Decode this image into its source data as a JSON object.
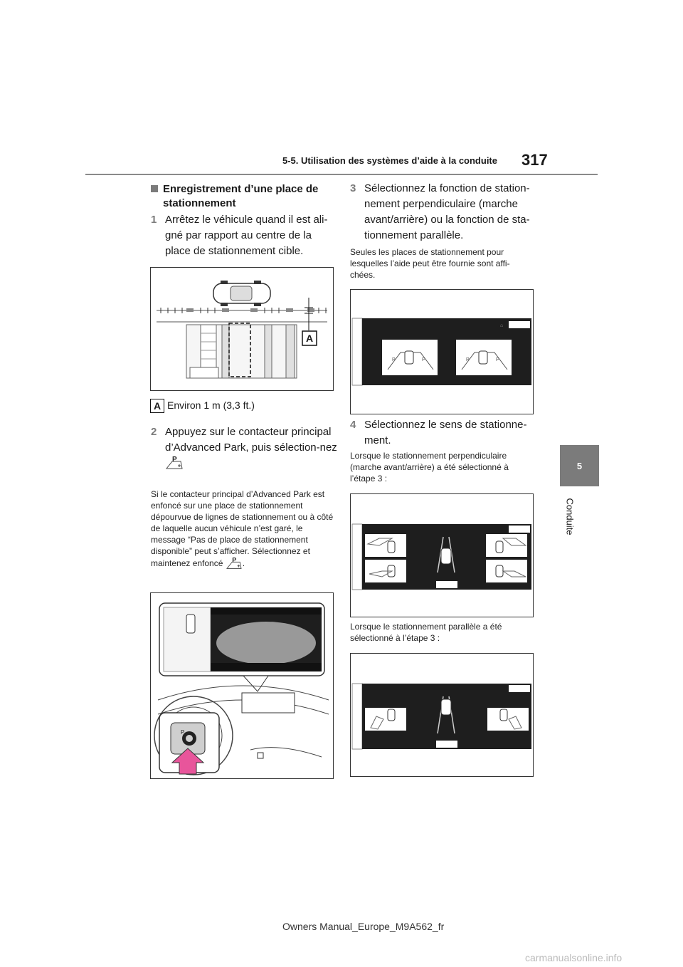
{
  "header": {
    "section_title": "5-5. Utilisation des systèmes d’aide à la conduite",
    "page_number": "317"
  },
  "side_tab": {
    "chapter_number": "5",
    "chapter_label": "Conduite"
  },
  "left": {
    "section_heading": "Enregistrement d’une place de stationnement",
    "step1_num": "1",
    "step1_text": "Arrêtez le véhicule quand il est ali-gné par rapport au centre de la place de stationnement cible.",
    "figure1_callout": "A",
    "callout_A_label": "A",
    "callout_A_text": "Environ 1 m (3,3 ft.)",
    "step2_num": "2",
    "step2_text": "Appuyez sur le contacteur principal d’Advanced Park, puis sélection-nez",
    "note1": "Si le contacteur principal d’Advanced Park est enfoncé sur une place de stationnement dépourvue de lignes de stationnement ou à côté de laquelle aucun véhicule n’est garé, le message “Pas de place de stationnement disponible” peut s’afficher. Sélectionnez et maintenez enfoncé",
    "note1_end": "."
  },
  "right": {
    "step3_num": "3",
    "step3_text": "Sélectionnez la fonction de station-nement perpendiculaire (marche avant/arrière) ou la fonction de sta-tionnement parallèle.",
    "note3": "Seules les places de stationnement pour lesquelles l’aide peut être fournie sont affi-chées.",
    "step4_num": "4",
    "step4_text": "Sélectionnez le sens de stationne-ment.",
    "note4a": "Lorsque le stationnement perpendiculaire (marche avant/arrière) a été sélectionné à l’étape 3 :",
    "note4b": "Lorsque le stationnement parallèle a été sélectionné à l’étape 3 :"
  },
  "footer": {
    "manual_id": "Owners Manual_Europe_M9A562_fr",
    "watermark": "carmanualsonline.info"
  },
  "icons": [
    "parking-assist-icon",
    "car-top-view-icon",
    "finger-press-arrow-icon"
  ]
}
